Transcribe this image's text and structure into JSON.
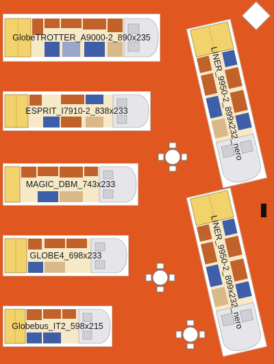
{
  "vehicles": [
    {
      "name": "GlobeTROTTER_A9000-2_890x235"
    },
    {
      "name": "ESPRIT_I7910-2_838x233"
    },
    {
      "name": "MAGIC_DBM_743x233"
    },
    {
      "name": "GLOBE4_698x233"
    },
    {
      "name": "Globebus_IT2_598x215"
    },
    {
      "name": "LINER_9950-2_899x232_nero"
    },
    {
      "name": "LINER_9950-2_899x232_nero"
    }
  ],
  "icons": {
    "diamond": "north-diamond-icon",
    "table": "table-chairs-icon",
    "marker": "marker-icon"
  },
  "colors": {
    "background": "#e0581f",
    "bed": "#f2d26b",
    "cushion": "#3f5ea8",
    "wood": "#c0622a",
    "floor": "#f6e9c8",
    "cab": "#e6e6ea"
  }
}
